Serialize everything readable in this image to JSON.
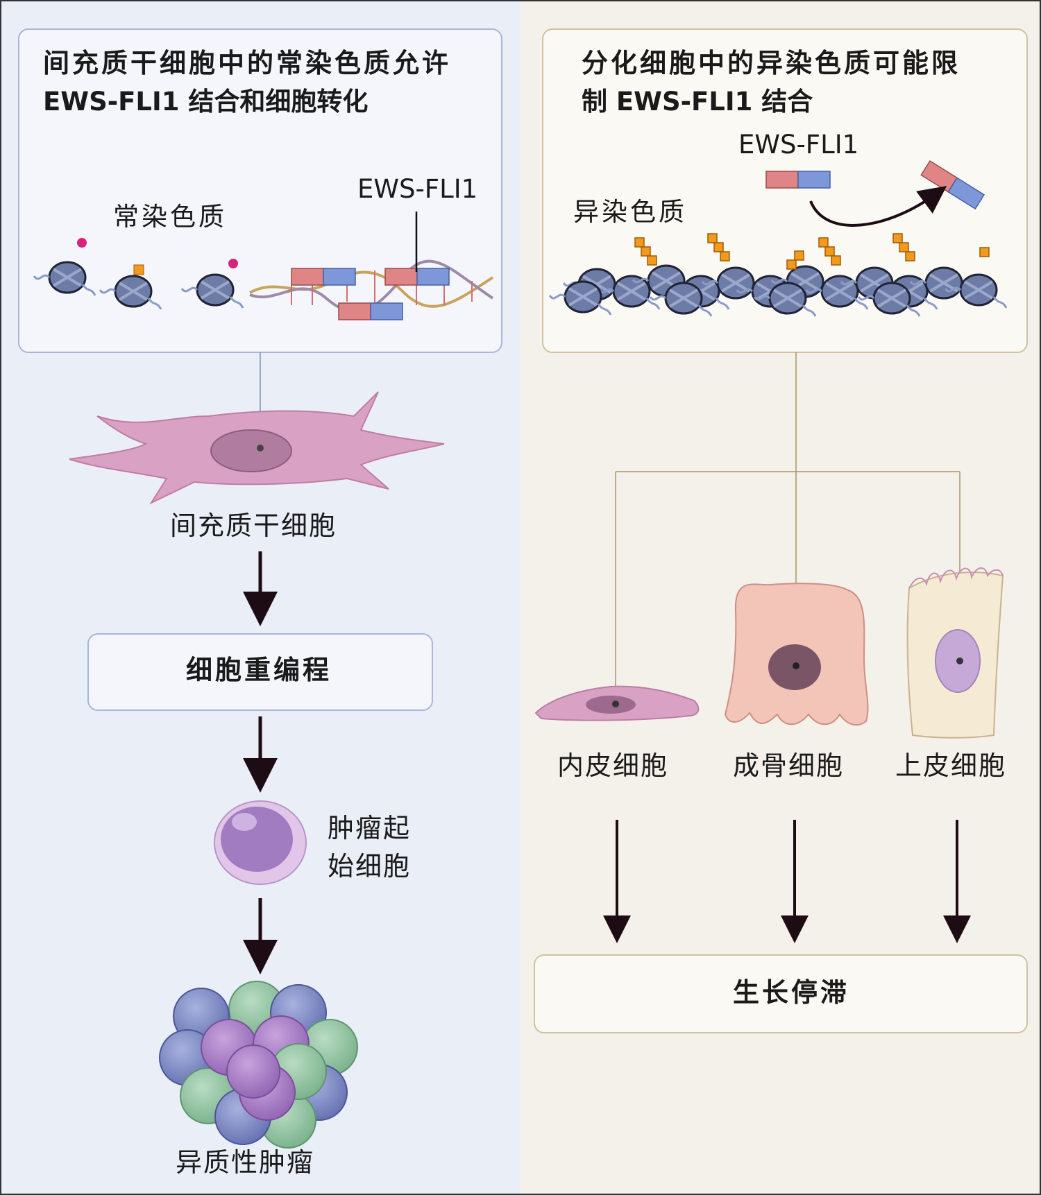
{
  "left": {
    "heading_line1": "间充质干细胞中的常染色质允许",
    "heading_line2": "EWS-FLI1 结合和细胞转化",
    "euchromatin_label": "常染色质",
    "ews_fli1_label": "EWS-FLI1",
    "msc_label": "间充质干细胞",
    "reprogramming_label": "细胞重编程",
    "tumor_init_label_line1": "肿瘤起",
    "tumor_init_label_line2": "始细胞",
    "tumor_label": "异质性肿瘤"
  },
  "right": {
    "heading_line1": "分化细胞中的异染色质可能限",
    "heading_line2": "制 EWS-FLI1 结合",
    "ews_fli1_label": "EWS-FLI1",
    "heterochromatin_label": "异染色质",
    "cells": [
      {
        "label": "内皮细胞"
      },
      {
        "label": "成骨细胞"
      },
      {
        "label": "上皮细胞"
      }
    ],
    "arrest_label": "生长停滞"
  },
  "colors": {
    "left_bg": "#e9eef7",
    "right_bg": "#f4f1ea",
    "left_box_border": "#a9b6d8",
    "right_box_border": "#cfc29c",
    "arrow": "#1e0c14",
    "ews_red": "#e08585",
    "fli1_blue": "#7d97d8",
    "msc_pink": "#d9a1c3",
    "nucleosome": "#6a7aa3"
  }
}
